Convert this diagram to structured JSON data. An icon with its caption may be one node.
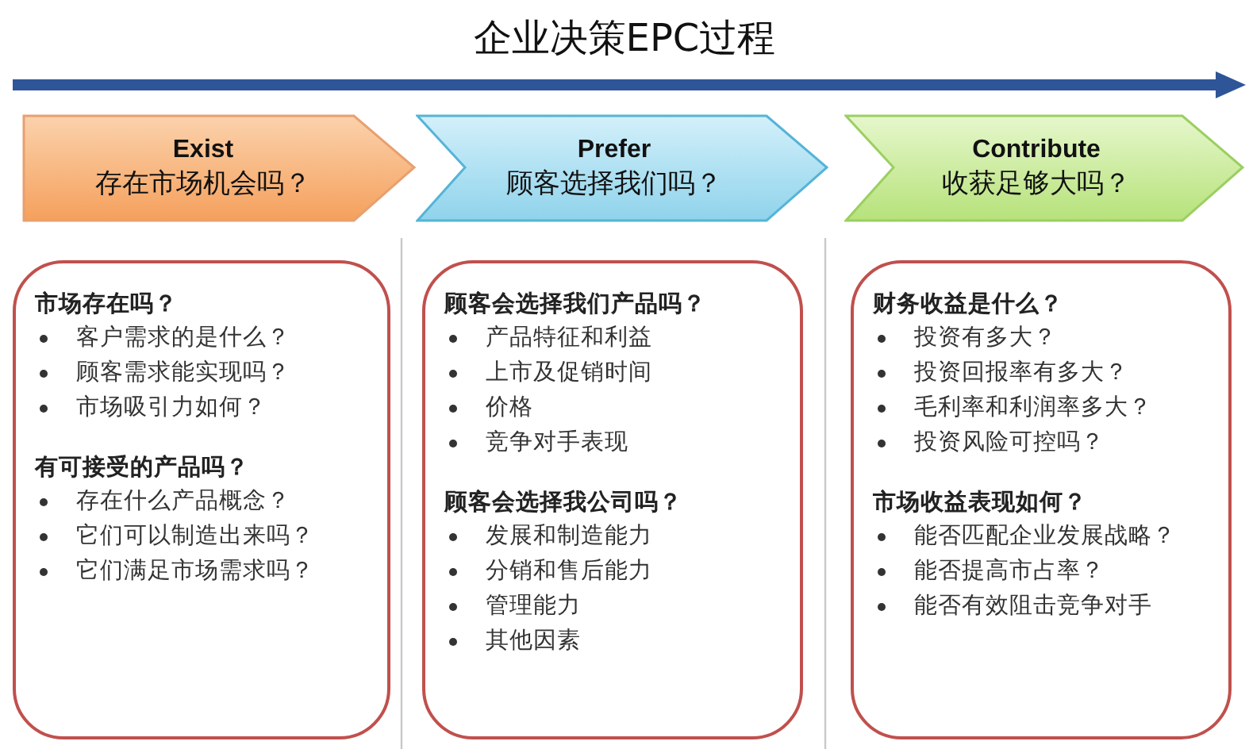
{
  "diagram": {
    "title": "企业决策EPC过程",
    "nodes": [
      {
        "text": [
          "Exist",
          "存在市场机会吗？"
        ]
      },
      {
        "text": [
          "Prefer",
          "顾客选择我们吗？"
        ]
      },
      {
        "text": [
          "Contribute",
          "收获足够大吗？"
        ]
      },
      {
        "text": [
          "市场存在吗？",
          "客户需求的是什么？",
          "顾客需求能实现吗？",
          "市场吸引力如何？",
          "有可接受的产品吗？",
          "存在什么产品概念？",
          "它们可以制造出来吗？",
          "它们满足市场需求吗？"
        ]
      },
      {
        "text": [
          "顾客会选择我们产品吗？",
          "产品特征和利益",
          "上市及促销时间",
          "价格",
          "竞争对手表现",
          "顾客会选择我公司吗？",
          "发展和制造能力",
          "分销和售后能力",
          "管理能力",
          "其他因素"
        ]
      },
      {
        "text": [
          "财务收益是什么？",
          "投资有多大？",
          "投资回报率有多大？",
          "毛利率和利润率多大？",
          "投资风险可控吗？",
          "市场收益表现如何？",
          "能否匹配企业发展战略？",
          "能否提高市占率？",
          "能否有效阻击竞争对手"
        ]
      }
    ],
    "edges": []
  }
}
